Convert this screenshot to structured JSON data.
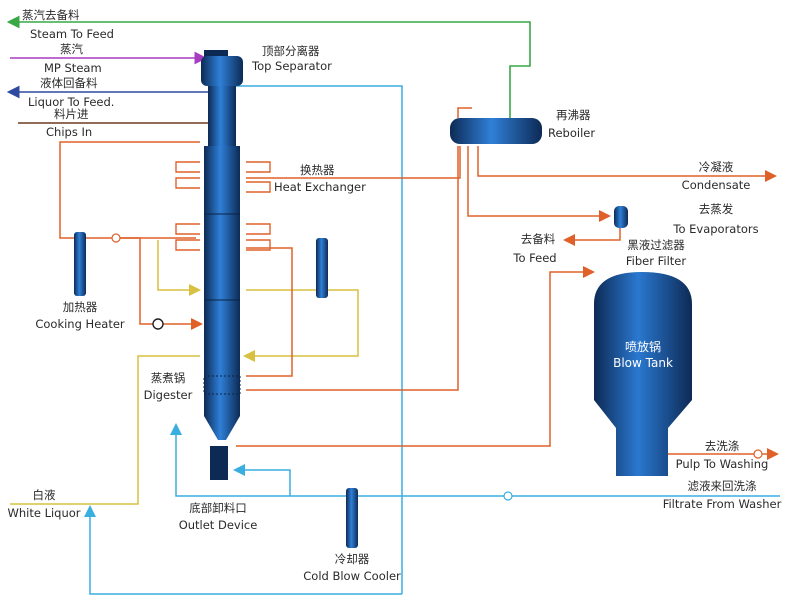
{
  "colors": {
    "vessel_dark": "#0d2a55",
    "vessel_mid": "#1f68c0",
    "vessel_light": "#3a8fe0",
    "line_orange": "#e0602a",
    "line_blue_light": "#3aaee0",
    "line_green": "#39a845",
    "line_purple": "#a83cc0",
    "line_navy": "#2d4aa0",
    "line_brown": "#6b3a1e",
    "line_yellow": "#d8c040"
  },
  "labels": {
    "steam_to_feed_cn": "蒸汽去备料",
    "steam_to_feed_en": "Steam To Feed",
    "mp_steam_cn": "蒸汽",
    "mp_steam_en": "MP Steam",
    "liquor_to_feed_cn": "液体回备料",
    "liquor_to_feed_en": "Liquor To Feed.",
    "chips_in_cn": "料片进",
    "chips_in_en": "Chips In",
    "top_separator_cn": "顶部分离器",
    "top_separator_en": "Top Separator",
    "reboiler_cn": "再沸器",
    "reboiler_en": "Reboiler",
    "heat_exchanger_cn": "换热器",
    "heat_exchanger_en": "Heat Exchanger",
    "condensate_cn": "冷凝液",
    "condensate_en": "Condensate",
    "to_evaporators_cn": "去蒸发",
    "to_evaporators_en": "To Evaporators",
    "to_feed_cn": "去备料",
    "to_feed_en": "To Feed",
    "fiber_filter_cn": "黑液过滤器",
    "fiber_filter_en": "Fiber Filter",
    "cooking_heater_cn": "加热器",
    "cooking_heater_en": "Cooking Heater",
    "blow_tank_cn": "喷放锅",
    "blow_tank_en": "Blow Tank",
    "digester_cn": "蒸煮锅",
    "digester_en": "Digester",
    "pulp_to_washing_cn": "去洗涤",
    "pulp_to_washing_en": "Pulp To Washing",
    "filtrate_cn": "滤液来回洗涤",
    "filtrate_en": "Filtrate From Washer",
    "white_liquor_cn": "白液",
    "white_liquor_en": "White Liquor",
    "outlet_device_cn": "底部卸料口",
    "outlet_device_en": "Outlet Device",
    "cold_blow_cooler_cn": "冷却器",
    "cold_blow_cooler_en": "Cold Blow Cooler"
  }
}
